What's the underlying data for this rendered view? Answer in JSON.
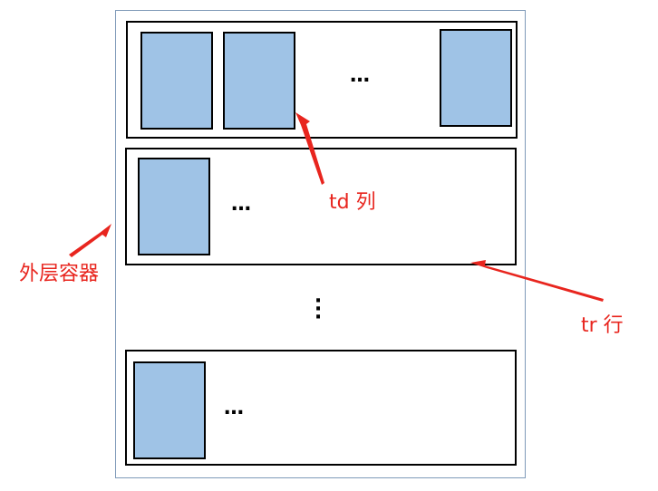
{
  "diagram": {
    "colors": {
      "container_border": "#7f9ab8",
      "row_border": "#000000",
      "cell_fill": "#9fc3e6",
      "annotation": "#e8251e"
    },
    "ellipsis": "…",
    "vertical_ellipsis": "⋮",
    "labels": {
      "td": "td 列",
      "tr": "tr 行",
      "container": "外层容器"
    }
  }
}
